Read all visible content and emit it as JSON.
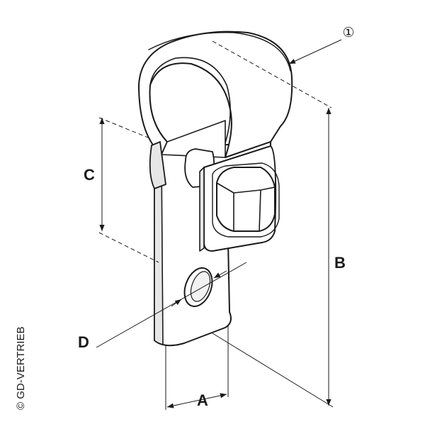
{
  "diagram": {
    "labels": {
      "A": "A",
      "B": "B",
      "C": "C",
      "D": "D"
    },
    "callout": {
      "marker": "①"
    },
    "copyright": "© GD-VERTRIEB",
    "colors": {
      "stroke": "#1a1a1a",
      "metal": "#ffffff",
      "shade": "#e6e6e6",
      "background": "#ffffff"
    }
  }
}
